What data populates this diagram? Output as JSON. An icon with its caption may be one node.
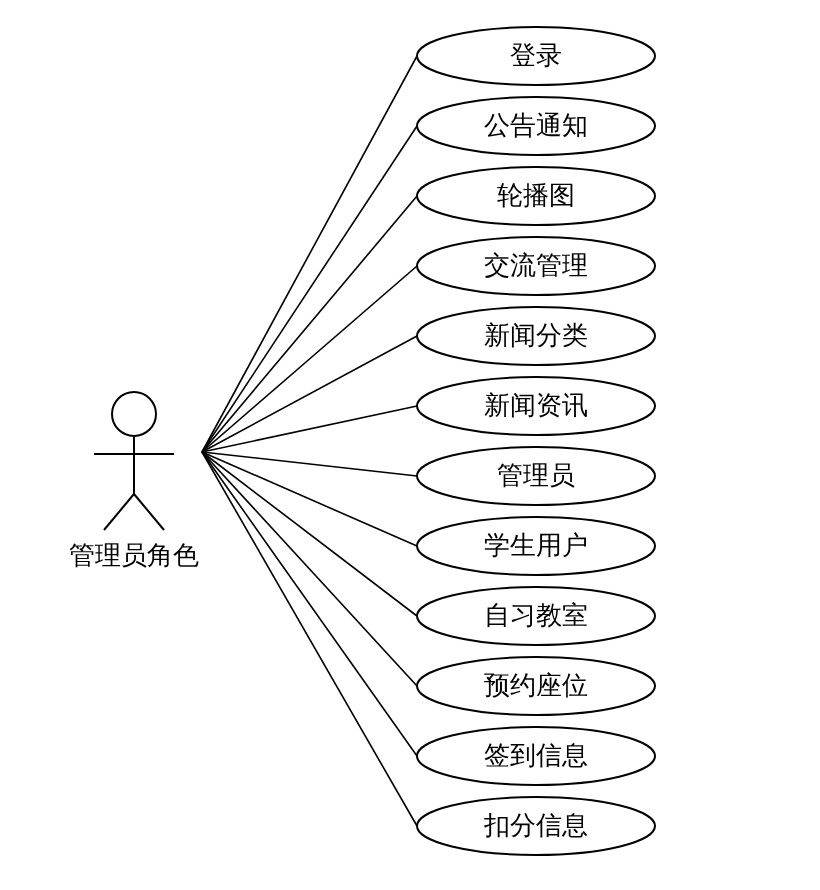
{
  "diagram": {
    "nodes": [
      {
        "text": [
          "管理员角色"
        ]
      },
      {
        "text": [
          "登录"
        ]
      },
      {
        "text": [
          "公告通知"
        ]
      },
      {
        "text": [
          "轮播图"
        ]
      },
      {
        "text": [
          "交流管理"
        ]
      },
      {
        "text": [
          "新闻分类"
        ]
      },
      {
        "text": [
          "新闻资讯"
        ]
      },
      {
        "text": [
          "管理员"
        ]
      },
      {
        "text": [
          "学生用户"
        ]
      },
      {
        "text": [
          "自习教室"
        ]
      },
      {
        "text": [
          "预约座位"
        ]
      },
      {
        "text": [
          "签到信息"
        ]
      },
      {
        "text": [
          "扣分信息"
        ]
      }
    ],
    "edges": [
      {
        "from": 0,
        "to": 1,
        "arrow": "none"
      },
      {
        "from": 0,
        "to": 2,
        "arrow": "none"
      },
      {
        "from": 0,
        "to": 3,
        "arrow": "none"
      },
      {
        "from": 0,
        "to": 4,
        "arrow": "none"
      },
      {
        "from": 0,
        "to": 5,
        "arrow": "none"
      },
      {
        "from": 0,
        "to": 6,
        "arrow": "none"
      },
      {
        "from": 0,
        "to": 7,
        "arrow": "none"
      },
      {
        "from": 0,
        "to": 8,
        "arrow": "none"
      },
      {
        "from": 0,
        "to": 9,
        "arrow": "none"
      },
      {
        "from": 0,
        "to": 10,
        "arrow": "none"
      },
      {
        "from": 0,
        "to": 11,
        "arrow": "none"
      },
      {
        "from": 0,
        "to": 12,
        "arrow": "none"
      }
    ]
  }
}
